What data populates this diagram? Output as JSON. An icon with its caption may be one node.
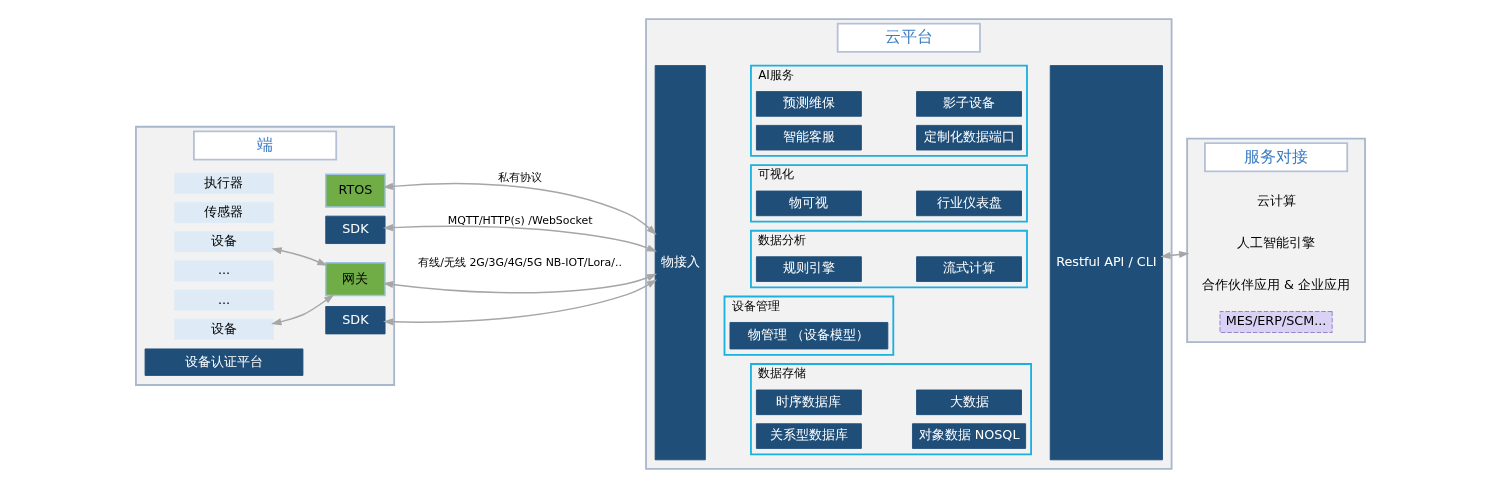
{
  "diagram": {
    "nodes": [
      {
        "text": [
          "端"
        ]
      },
      {
        "text": [
          "执行器"
        ],
        "in": 0
      },
      {
        "text": [
          "传感器"
        ],
        "in": 0
      },
      {
        "text": [
          "RTOS"
        ],
        "in": 0
      },
      {
        "text": [
          "SDK"
        ],
        "in": 0
      },
      {
        "text": [
          "设备"
        ],
        "in": 0
      },
      {
        "text": [
          "..."
        ],
        "in": 0
      },
      {
        "text": [
          "..."
        ],
        "in": 0
      },
      {
        "text": [
          "设备"
        ],
        "in": 0
      },
      {
        "text": [
          "网关"
        ],
        "in": 0
      },
      {
        "text": [
          "SDK"
        ],
        "in": 0
      },
      {
        "text": [
          "设备认证平台"
        ],
        "in": 0
      },
      {
        "text": [
          "云平台"
        ]
      },
      {
        "text": [
          "物接入"
        ],
        "in": 12
      },
      {
        "text": [
          "AI服务"
        ],
        "in": 12
      },
      {
        "text": [
          "预测维保"
        ],
        "in": 14
      },
      {
        "text": [
          "影子设备"
        ],
        "in": 14
      },
      {
        "text": [
          "智能客服"
        ],
        "in": 14
      },
      {
        "text": [
          "定制化数据端口"
        ],
        "in": 14
      },
      {
        "text": [
          "可视化"
        ],
        "in": 12
      },
      {
        "text": [
          "物可视"
        ],
        "in": 19
      },
      {
        "text": [
          "行业仪表盘"
        ],
        "in": 19
      },
      {
        "text": [
          "数据分析"
        ],
        "in": 12
      },
      {
        "text": [
          "规则引擎"
        ],
        "in": 22
      },
      {
        "text": [
          "流式计算"
        ],
        "in": 22
      },
      {
        "text": [
          "设备管理"
        ],
        "in": 12
      },
      {
        "text": [
          "物管理 （设备模型）"
        ],
        "in": 25
      },
      {
        "text": [
          "数据存储"
        ],
        "in": 12
      },
      {
        "text": [
          "时序数据库"
        ],
        "in": 27
      },
      {
        "text": [
          "大数据"
        ],
        "in": 27
      },
      {
        "text": [
          "关系型数据库"
        ],
        "in": 27
      },
      {
        "text": [
          "对象数据 NOSQL"
        ],
        "in": 27
      },
      {
        "text": [
          "Restful API / CLI"
        ],
        "in": 12
      },
      {
        "text": [
          "服务对接"
        ]
      },
      {
        "text": [
          "云计算"
        ],
        "in": 33
      },
      {
        "text": [
          "人工智能引擎"
        ],
        "in": 33
      },
      {
        "text": [
          "合作伙伴应用 & 企业应用"
        ],
        "in": 33
      },
      {
        "text": [
          "MES/ERP/SCM..."
        ],
        "in": 33
      }
    ],
    "edges": [
      {
        "from": 3,
        "to": 13,
        "arrow": "both",
        "label": "私有协议"
      },
      {
        "from": 4,
        "to": 13,
        "arrow": "both",
        "label": "MQTT/HTTP(s) /WebSocket"
      },
      {
        "from": 5,
        "to": 9,
        "arrow": "both"
      },
      {
        "from": 8,
        "to": 9,
        "arrow": "both"
      },
      {
        "from": 9,
        "to": 13,
        "arrow": "both"
      },
      {
        "from": 10,
        "to": 13,
        "arrow": "both"
      },
      {
        "from": 32,
        "to": 33,
        "arrow": "both"
      }
    ],
    "labels": [
      "有线/无线 2G/3G/4G/5G NB-IOT/Lora/.."
    ]
  }
}
